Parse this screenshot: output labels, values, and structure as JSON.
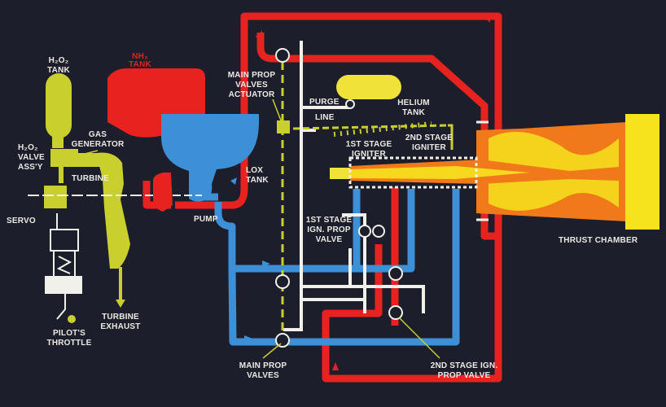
{
  "colors": {
    "background": "#1c1e2b",
    "ammonia_fuel": "#e8231f",
    "lox": "#3d8fd6",
    "peroxide": "#c9cf2c",
    "helium": "#f1e23a",
    "pneumatic_white": "#f2f0ea",
    "exhaust_yellow": "#f6e21d",
    "exhaust_orange": "#f07a1a"
  },
  "labels": {
    "h2o2_tank": [
      "H₂O₂",
      "TANK"
    ],
    "nh3_tank": [
      "NH₃",
      "TANK"
    ],
    "main_prop_valves_actuator": [
      "MAIN PROP",
      "VALVES",
      "ACTUATOR"
    ],
    "purge_line": [
      "PURGE",
      "LINE"
    ],
    "helium_tank": [
      "HELIUM",
      "TANK"
    ],
    "gas_generator": [
      "GAS",
      "GENERATOR"
    ],
    "h2o2_valve_assy": [
      "H₂O₂",
      "VALVE",
      "ASS'Y"
    ],
    "turbine": "TURBINE",
    "lox_tank": [
      "LOX",
      "TANK"
    ],
    "first_stage_igniter": [
      "1ST STAGE",
      "IGNITER"
    ],
    "second_stage_igniter": [
      "2ND STAGE",
      "IGNITER"
    ],
    "servo": "SERVO",
    "pump": "PUMP",
    "first_stage_ign_prop_valve": [
      "1ST STAGE",
      "IGN. PROP",
      "VALVE"
    ],
    "thrust_chamber": "THRUST CHAMBER",
    "pilots_throttle": [
      "PILOT'S",
      "THROTTLE"
    ],
    "turbine_exhaust": [
      "TURBINE",
      "EXHAUST"
    ],
    "main_prop_valves": [
      "MAIN PROP",
      "VALVES"
    ],
    "second_stage_ign_prop_valve": [
      "2ND STAGE IGN.",
      "PROP VALVE"
    ]
  }
}
